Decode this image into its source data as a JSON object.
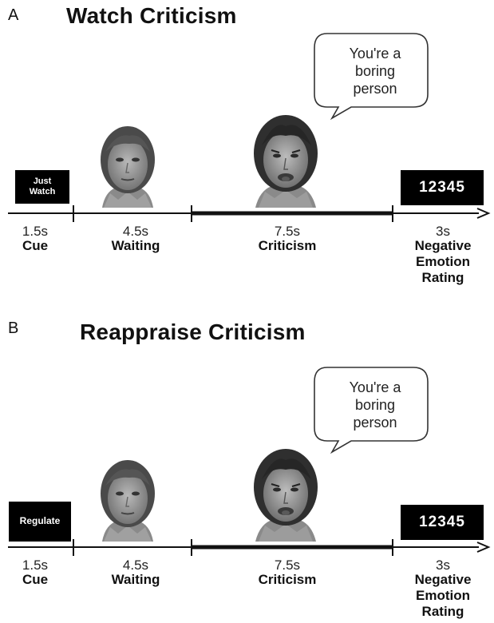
{
  "panels": [
    {
      "letter": "A",
      "title": "Watch Criticism",
      "cue_text": "Just\nWatch",
      "speech": "You're a\nboring\nperson",
      "rating_scale": "12345",
      "phases": [
        {
          "duration": "1.5s",
          "label": "Cue"
        },
        {
          "duration": "4.5s",
          "label": "Waiting"
        },
        {
          "duration": "7.5s",
          "label": "Criticism"
        },
        {
          "duration": "3s",
          "label": "Negative\nEmotion\nRating"
        }
      ]
    },
    {
      "letter": "B",
      "title": "Reappraise Criticism",
      "cue_text": "Regulate",
      "speech": "You're a\nboring\nperson",
      "rating_scale": "12345",
      "phases": [
        {
          "duration": "1.5s",
          "label": "Cue"
        },
        {
          "duration": "4.5s",
          "label": "Waiting"
        },
        {
          "duration": "7.5s",
          "label": "Criticism"
        },
        {
          "duration": "3s",
          "label": "Negative\nEmotion\nRating"
        }
      ]
    }
  ],
  "icons": {
    "neutral_face": "neutral-face-photo-icon",
    "critical_face": "critical-face-photo-icon",
    "speech_bubble": "speech-bubble-icon",
    "timeline_arrow": "arrow-right-icon"
  },
  "colors": {
    "cue_box": "#000000",
    "rating_box": "#000000",
    "text_on_dark": "#ffffff",
    "timeline": "#111111"
  }
}
